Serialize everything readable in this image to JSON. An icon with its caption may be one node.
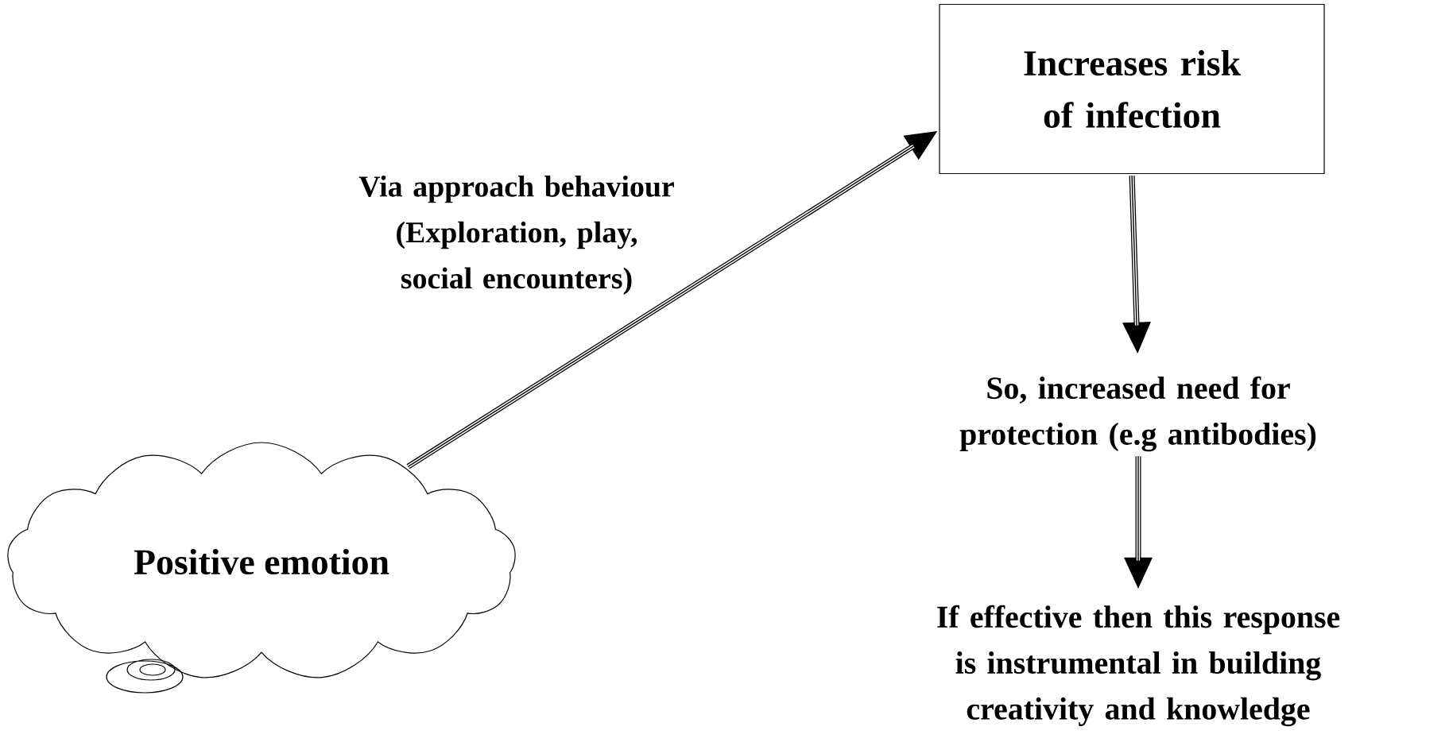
{
  "diagram": {
    "nodes": [
      {
        "text": [
          "Positive emotion"
        ]
      },
      {
        "text": [
          "Increases risk of infection"
        ]
      },
      {
        "text": [
          "So, increased need for protection (e.g antibodies)"
        ]
      },
      {
        "text": [
          "If effective then this response is instrumental in building creativity and knowledge"
        ]
      }
    ],
    "edges": [
      {
        "from": 0,
        "to": 1,
        "arrow": "to",
        "label": "Via approach behaviour (Exploration, play, social encounters)"
      },
      {
        "from": 1,
        "to": 2,
        "arrow": "to"
      },
      {
        "from": 2,
        "to": 3,
        "arrow": "to"
      }
    ]
  }
}
